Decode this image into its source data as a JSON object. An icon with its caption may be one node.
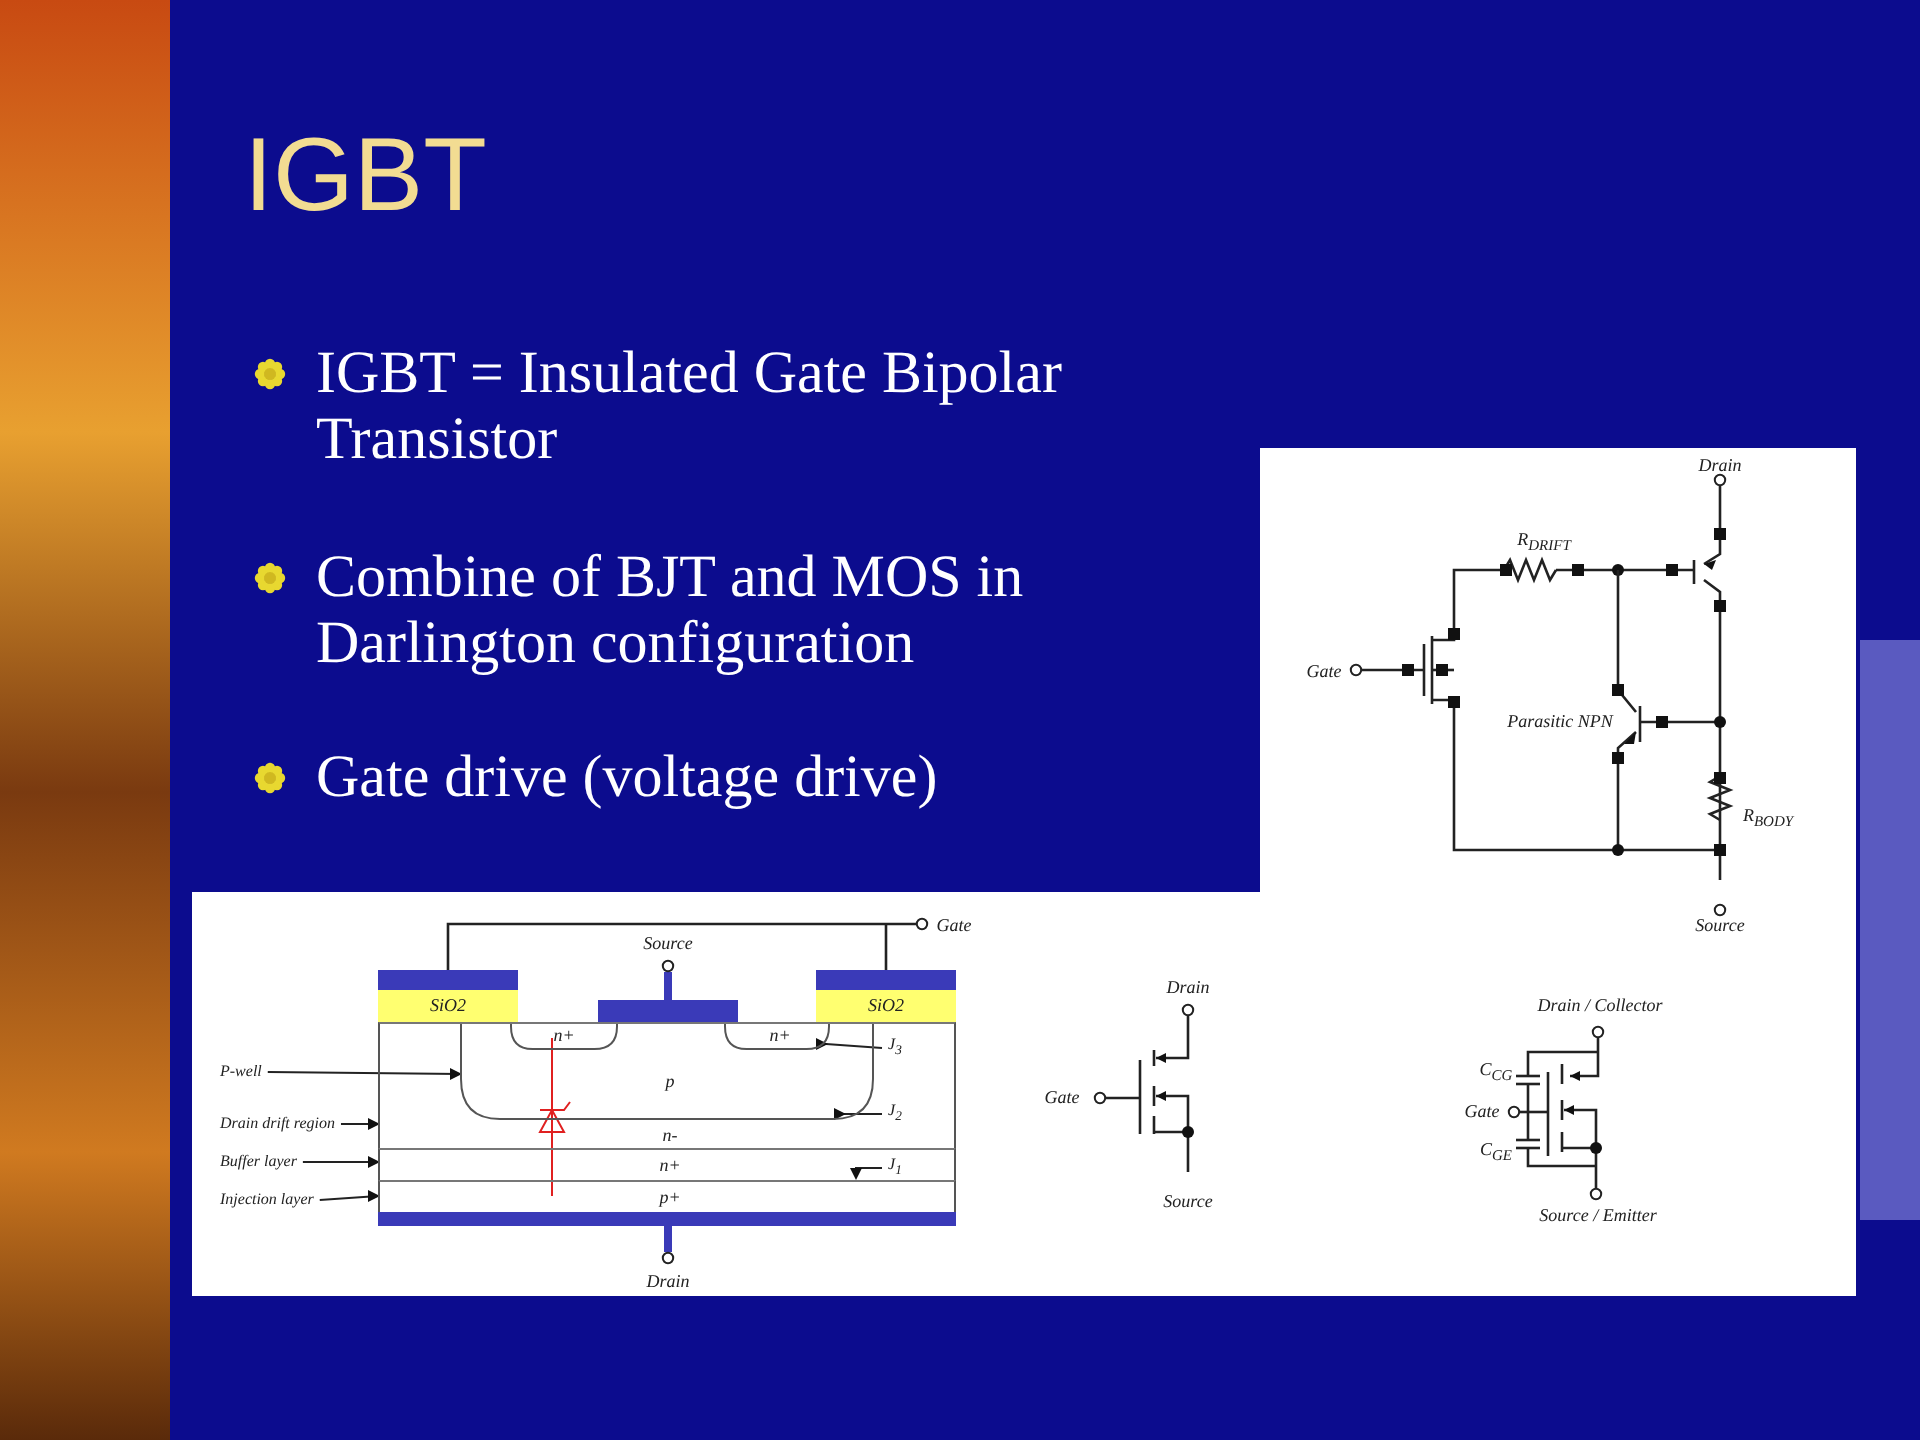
{
  "diagram": {
    "title": "IGBT",
    "nodes": [
      {
        "text": [
          "SiO2"
        ]
      },
      {
        "text": [
          "SiO2"
        ]
      },
      {
        "text": [
          "n-"
        ]
      },
      {
        "text": [
          "p"
        ],
        "in": 2
      },
      {
        "text": [
          "n+"
        ],
        "in": 3
      },
      {
        "text": [
          "n+"
        ],
        "in": 3
      },
      {
        "text": [
          "J$_{3}$"
        ],
        "in": 2
      },
      {
        "text": [
          "J$_{2}$"
        ],
        "in": 2
      },
      {
        "text": [
          "n+"
        ]
      },
      {
        "text": [
          "J$_{1}$"
        ],
        "in": 8
      },
      {
        "text": [
          "p+"
        ]
      },
      {
        "text": [
          "P-well"
        ]
      },
      {
        "text": [
          "Drain drift region"
        ]
      },
      {
        "text": [
          "Buffer layer"
        ]
      },
      {
        "text": [
          "Injection layer"
        ]
      }
    ],
    "edges": [
      {
        "from": 11,
        "to": 3,
        "arrow": "to"
      },
      {
        "from": 12,
        "to": 2,
        "arrow": "to"
      },
      {
        "from": 13,
        "to": 8,
        "arrow": "to"
      },
      {
        "from": 14,
        "to": 10,
        "arrow": "to"
      },
      {
        "from": 6,
        "to": 5,
        "arrow": "to"
      },
      {
        "from": 7,
        "to": 3,
        "arrow": "to"
      },
      {
        "from": 9,
        "to": 8,
        "arrow": "to"
      }
    ],
    "labels": [
      "IGBT = Insulated Gate Bipolar Transistor",
      "Combine of BJT and MOS in Darlington configuration",
      "Gate drive (voltage drive)",
      "Drain",
      "R$_{DRIFT}$",
      "Gate",
      "Parasitic NPN",
      "R$_{BODY}$",
      "Source",
      "Gate",
      "Source",
      "Drain",
      "Drain",
      "Gate",
      "Source",
      "Drain / Collector",
      "C$_{CG}$",
      "Gate",
      "C$_{GE}$",
      "Source / Emitter"
    ]
  }
}
